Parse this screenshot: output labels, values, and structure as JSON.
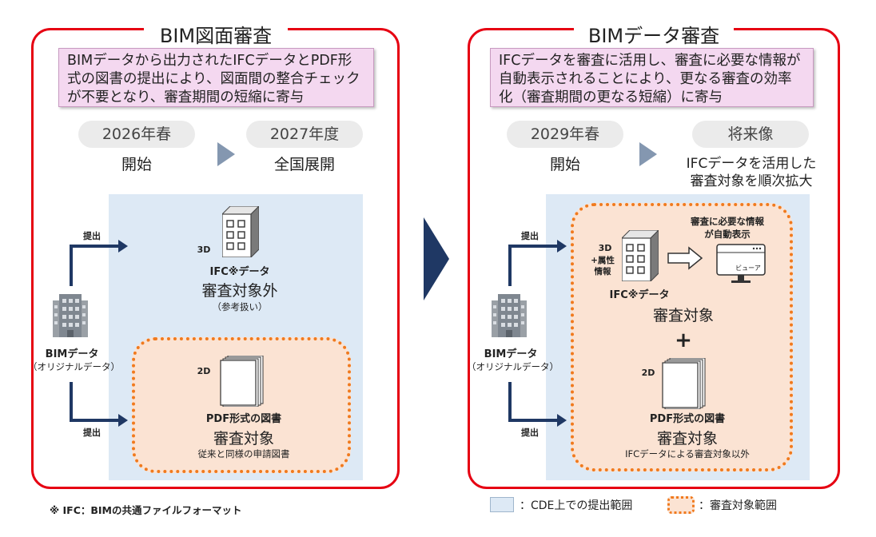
{
  "left_panel": {
    "title": "BIM図面審査",
    "description": "BIMデータから出力されたIFCデータとPDF形式の図書の提出により、図面間の整合チェックが不要となり、審査期間の短縮に寄与",
    "timeline": [
      {
        "period": "2026年春",
        "label": "開始"
      },
      {
        "period": "2027年度",
        "label": "全国展開"
      }
    ],
    "submit_top": "提出",
    "submit_bottom": "提出",
    "source": {
      "name": "BIMデータ",
      "sub": "（オリジナルデータ）"
    },
    "ifc": {
      "dim": "3D",
      "name": "IFC※データ",
      "status": "審査対象外",
      "note": "（参考扱い）"
    },
    "pdf": {
      "dim": "2D",
      "name": "PDF形式の図書",
      "status": "審査対象",
      "note": "従来と同様の申請図書"
    },
    "footnote": "※ IFC：BIMの共通ファイルフォーマット"
  },
  "right_panel": {
    "title": "BIMデータ審査",
    "description": "IFCデータを審査に活用し、審査に必要な情報が自動表示されることにより、更なる審査の効率化（審査期間の更なる短縮）に寄与",
    "timeline": [
      {
        "period": "2029年春",
        "label": "開始"
      },
      {
        "period": "将来像",
        "label": "IFCデータを活用した",
        "label2": "審査対象を順次拡大"
      }
    ],
    "submit_top": "提出",
    "submit_bottom": "提出",
    "source": {
      "name": "BIMデータ",
      "sub": "（オリジナルデータ）"
    },
    "ifc": {
      "dim": "3D",
      "attr1": "+属性",
      "attr2": "情報",
      "name": "IFC※データ",
      "status": "審査対象"
    },
    "auto_display": {
      "line1": "審査に必要な情報",
      "line2": "が自動表示",
      "viewer": "ビューア"
    },
    "plus": "+",
    "pdf": {
      "dim": "2D",
      "name": "PDF形式の図書",
      "status": "審査対象",
      "note": "IFCデータによる審査対象以外"
    }
  },
  "legend": {
    "cde_label": "：CDE上での提出範囲",
    "review_label": "：審査対象範囲"
  },
  "colors": {
    "panel_border": "#e60012",
    "cde_fill": "#dde9f5",
    "review_border": "#f07a1e",
    "arrow": "#1f3864"
  }
}
